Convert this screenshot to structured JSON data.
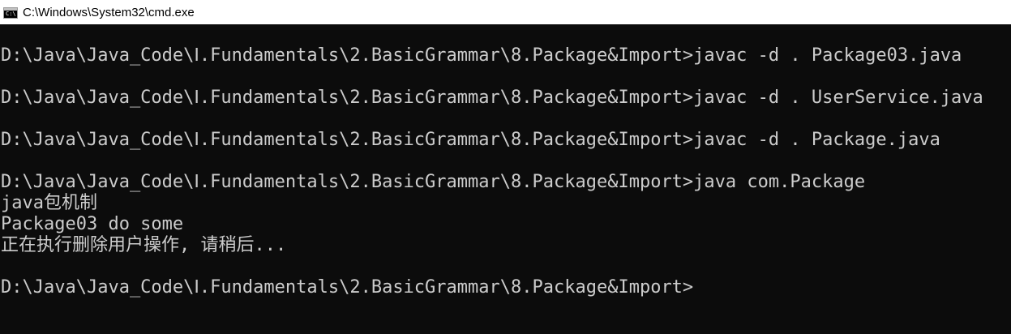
{
  "window": {
    "title": "C:\\Windows\\System32\\cmd.exe",
    "icon": "cmd-console-icon",
    "icon_glyph": "C:\\"
  },
  "colors": {
    "background": "#0c0c0c",
    "text": "#cccccc",
    "titlebar": "#ffffff"
  },
  "console": {
    "lines": [
      "D:\\Java\\Java_Code\\Ⅰ.Fundamentals\\2.BasicGrammar\\8.Package&Import>javac -d . Package03.java",
      "",
      "D:\\Java\\Java_Code\\Ⅰ.Fundamentals\\2.BasicGrammar\\8.Package&Import>javac -d . UserService.java",
      "",
      "D:\\Java\\Java_Code\\Ⅰ.Fundamentals\\2.BasicGrammar\\8.Package&Import>javac -d . Package.java",
      "",
      "D:\\Java\\Java_Code\\Ⅰ.Fundamentals\\2.BasicGrammar\\8.Package&Import>java com.Package",
      "java包机制",
      "Package03 do some",
      "正在执行删除用户操作, 请稍后...",
      "",
      "D:\\Java\\Java_Code\\Ⅰ.Fundamentals\\2.BasicGrammar\\8.Package&Import>"
    ]
  }
}
